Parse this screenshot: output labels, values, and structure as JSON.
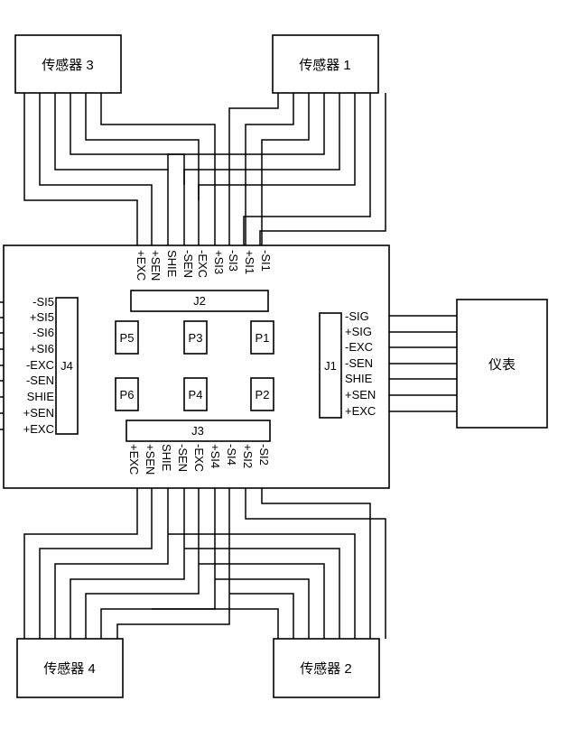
{
  "sensors": {
    "s3": "传感器 3",
    "s1": "传感器 1",
    "s4": "传感器 4",
    "s2": "传感器 2"
  },
  "instrument": "仪表",
  "connectors": {
    "j1": "J1",
    "j2": "J2",
    "j3": "J3",
    "j4": "J4"
  },
  "pads": [
    "P5",
    "P3",
    "P1",
    "P6",
    "P4",
    "P2"
  ],
  "pins": {
    "top": [
      "+EXC",
      "+SEN",
      "SHIE",
      "-SEN",
      "-EXC",
      "+SI3",
      "-SI3",
      "+SI1",
      "-SI1"
    ],
    "bottom": [
      "+EXC",
      "+SEN",
      "SHIE",
      "-SEN",
      "-EXC",
      "+SI4",
      "-SI4",
      "+SI2",
      "-SI2"
    ],
    "left": [
      "-SI5",
      "+SI5",
      "-SI6",
      "+SI6",
      "-EXC",
      "-SEN",
      "SHIE",
      "+SEN",
      "+EXC"
    ],
    "right": [
      "-SIG",
      "+SIG",
      "-EXC",
      "-SEN",
      "SHIE",
      "+SEN",
      "+EXC"
    ]
  }
}
